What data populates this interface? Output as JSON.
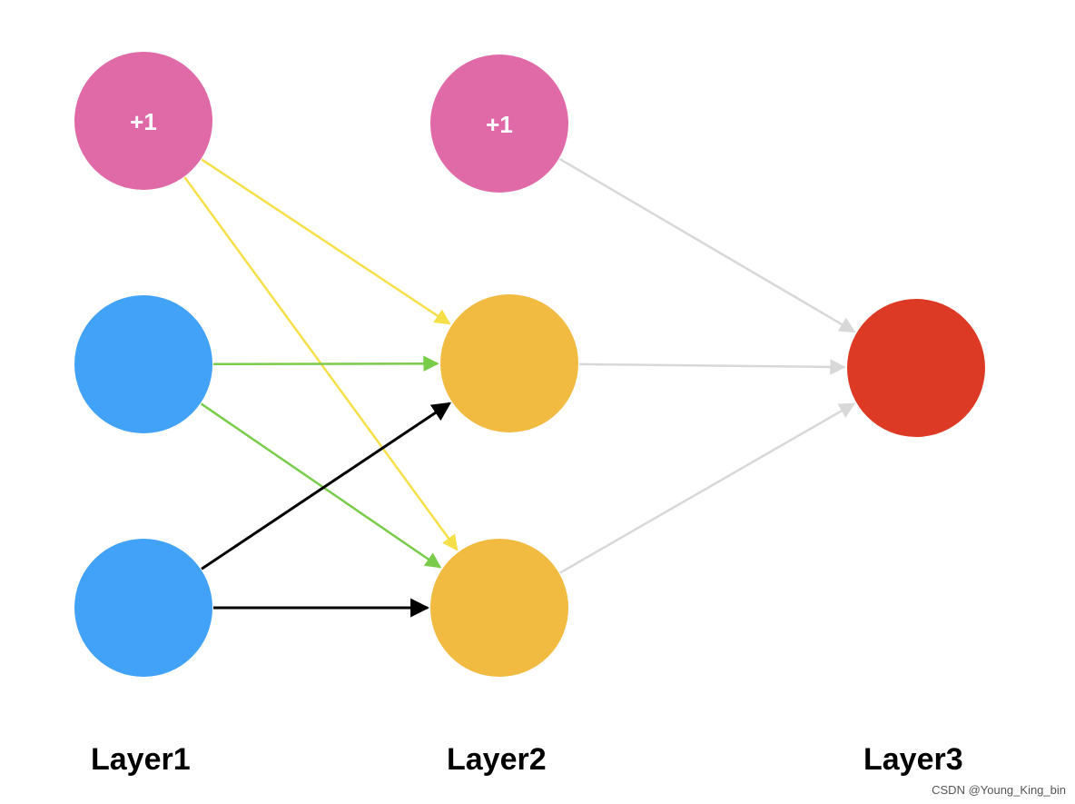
{
  "colors": {
    "bias": "#e06aa8",
    "input": "#42a2f7",
    "hidden": "#f1bb41",
    "output": "#dc3a24",
    "edge_yellow": "#f5e04a",
    "edge_green": "#79cc4a",
    "edge_black": "#000000",
    "edge_gray": "#d8d8d8"
  },
  "layers": {
    "layer1": "Layer1",
    "layer2": "Layer2",
    "layer3": "Layer3"
  },
  "nodes": {
    "l1_bias": {
      "label": "+1",
      "color": "bias"
    },
    "l1_x1": {
      "label": "",
      "color": "input"
    },
    "l1_x2": {
      "label": "",
      "color": "input"
    },
    "l2_bias": {
      "label": "+1",
      "color": "bias"
    },
    "l2_h1": {
      "label": "",
      "color": "hidden"
    },
    "l2_h2": {
      "label": "",
      "color": "hidden"
    },
    "l3_out": {
      "label": "",
      "color": "output"
    }
  },
  "edges": [
    {
      "from": "l1_bias",
      "to": "l2_h1",
      "color": "edge_yellow"
    },
    {
      "from": "l1_bias",
      "to": "l2_h2",
      "color": "edge_yellow"
    },
    {
      "from": "l1_x1",
      "to": "l2_h1",
      "color": "edge_green"
    },
    {
      "from": "l1_x1",
      "to": "l2_h2",
      "color": "edge_green"
    },
    {
      "from": "l1_x2",
      "to": "l2_h1",
      "color": "edge_black"
    },
    {
      "from": "l1_x2",
      "to": "l2_h2",
      "color": "edge_black"
    },
    {
      "from": "l2_bias",
      "to": "l3_out",
      "color": "edge_gray"
    },
    {
      "from": "l2_h1",
      "to": "l3_out",
      "color": "edge_gray"
    },
    {
      "from": "l2_h2",
      "to": "l3_out",
      "color": "edge_gray"
    }
  ],
  "watermark": "CSDN @Young_King_bin"
}
